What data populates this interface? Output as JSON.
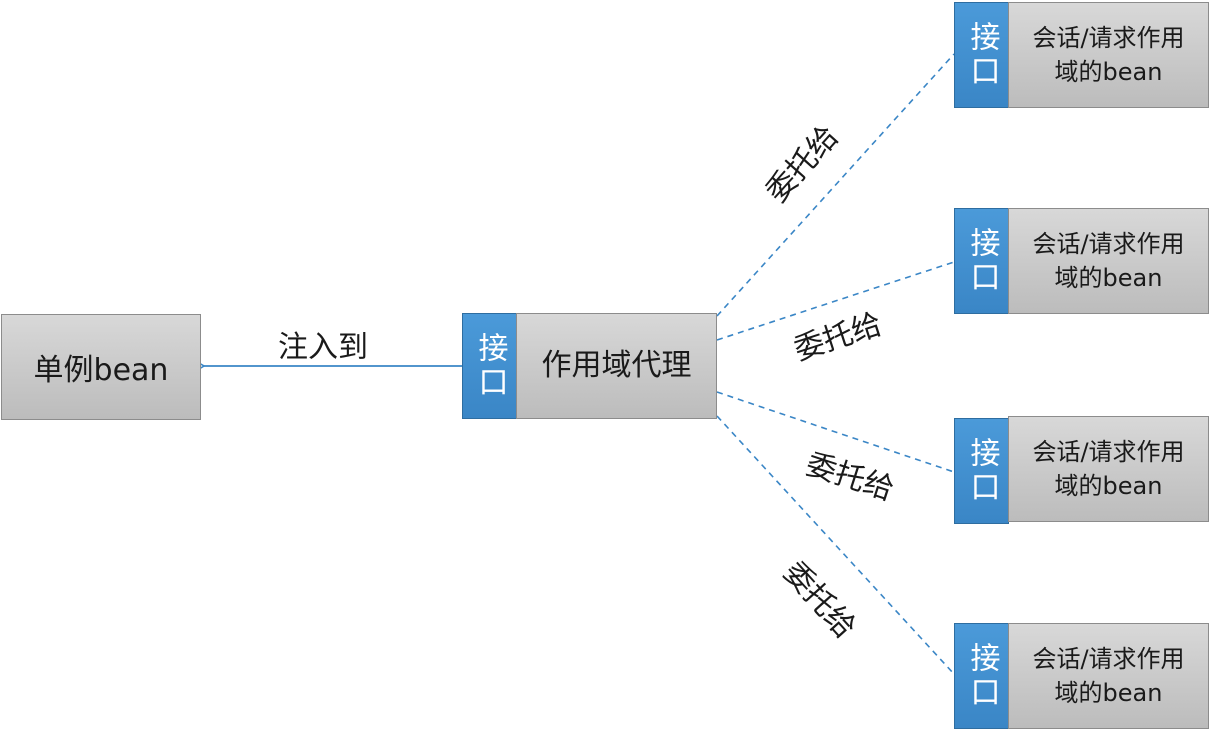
{
  "singleton": {
    "label": "单例bean"
  },
  "proxy": {
    "interface_label": "接口",
    "label": "作用域代理"
  },
  "inject_label": "注入到",
  "targets": [
    {
      "interface_label": "接口",
      "label": "会话/请求作用域的bean",
      "edge_label": "委托给"
    },
    {
      "interface_label": "接口",
      "label": "会话/请求作用域的bean",
      "edge_label": "委托给"
    },
    {
      "interface_label": "接口",
      "label": "会话/请求作用域的bean",
      "edge_label": "委托给"
    },
    {
      "interface_label": "接口",
      "label": "会话/请求作用域的bean",
      "edge_label": "委托给"
    }
  ],
  "colors": {
    "interface": "#3a86c6",
    "node": "#c8c8c8",
    "edge": "#3a86c6"
  }
}
